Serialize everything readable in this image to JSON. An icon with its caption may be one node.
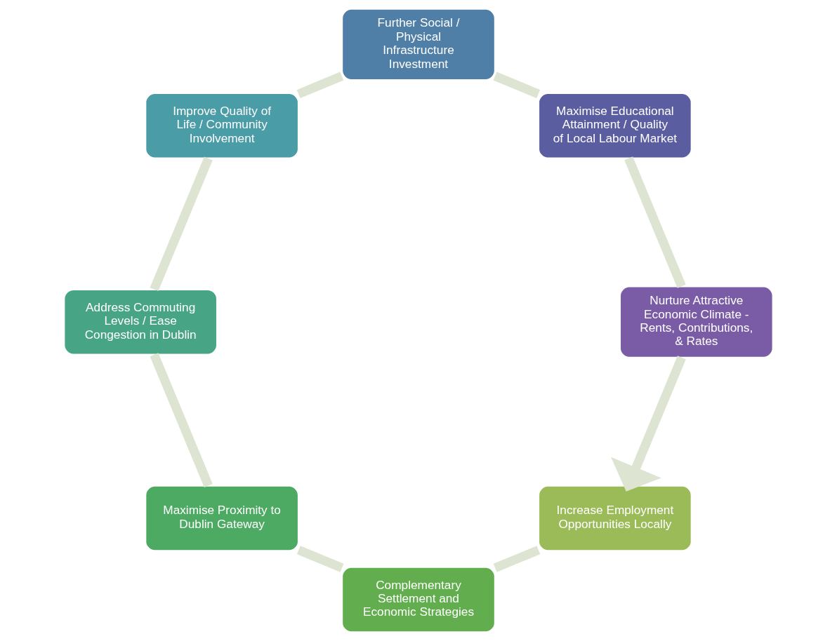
{
  "diagram": {
    "nodes": [
      {
        "text": [
          "Increase Employment Opportunities Locally"
        ]
      },
      {
        "text": [
          "Complementary Settlement and Economic Strategies"
        ]
      },
      {
        "text": [
          "Maximise Proximity to Dublin Gateway"
        ]
      },
      {
        "text": [
          "Address Commuting Levels / Ease Congestion in Dublin"
        ]
      },
      {
        "text": [
          "Improve Quality of Life / Community Involvement"
        ]
      },
      {
        "text": [
          "Further Social / Physical Infrastructure Investment"
        ]
      },
      {
        "text": [
          "Maximise Educational Attainment / Quality of Local Labour Market"
        ]
      },
      {
        "text": [
          "Nurture Attractive Economic Climate - Rents, Contributions, & Rates"
        ]
      }
    ],
    "edges": [
      {
        "from": 0,
        "to": 1,
        "arrow": "none"
      },
      {
        "from": 1,
        "to": 2,
        "arrow": "none"
      },
      {
        "from": 2,
        "to": 3,
        "arrow": "none"
      },
      {
        "from": 3,
        "to": 4,
        "arrow": "none"
      },
      {
        "from": 4,
        "to": 5,
        "arrow": "none"
      },
      {
        "from": 5,
        "to": 6,
        "arrow": "none"
      },
      {
        "from": 6,
        "to": 7,
        "arrow": "none"
      },
      {
        "from": 7,
        "to": 0,
        "arrow": "to"
      }
    ]
  }
}
